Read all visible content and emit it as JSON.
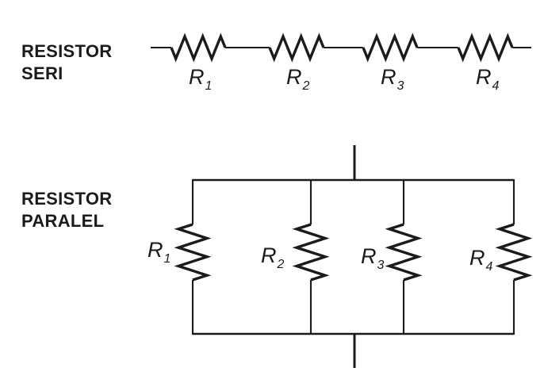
{
  "colors": {
    "ink": "#1b1b1b",
    "background": "#ffffff"
  },
  "series": {
    "title": [
      "RESISTOR",
      "SERI"
    ],
    "resistors": [
      {
        "base": "R",
        "sub": "1"
      },
      {
        "base": "R",
        "sub": "2"
      },
      {
        "base": "R",
        "sub": "3"
      },
      {
        "base": "R",
        "sub": "4"
      }
    ]
  },
  "paralel": {
    "title": [
      "RESISTOR",
      "PARALEL"
    ],
    "resistors": [
      {
        "base": "R",
        "sub": "1"
      },
      {
        "base": "R",
        "sub": "2"
      },
      {
        "base": "R",
        "sub": "3"
      },
      {
        "base": "R",
        "sub": "4"
      }
    ]
  }
}
